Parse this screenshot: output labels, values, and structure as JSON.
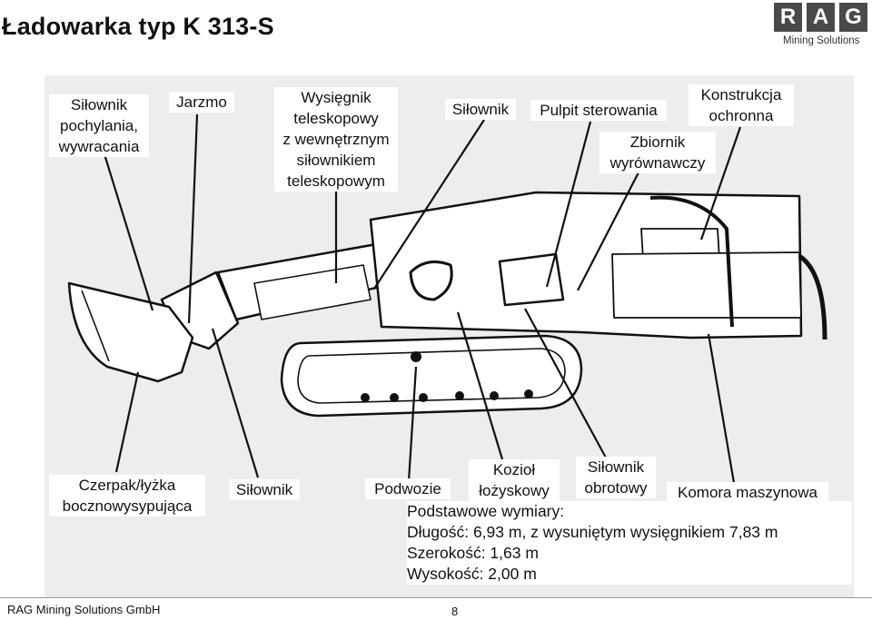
{
  "title": "Ładowarka typ K 313-S",
  "logo": {
    "letters": [
      "R",
      "A",
      "G"
    ],
    "subtitle": "Mining Solutions",
    "color": "#4a4a4a"
  },
  "labels": {
    "silownik_pochylania": [
      "Siłownik",
      "pochylania,",
      "wywracania"
    ],
    "jarzmo": [
      "Jarzmo"
    ],
    "wysiegnik": [
      "Wysięgnik",
      "teleskopowy",
      "z wewnętrznym",
      "siłownikiem",
      "teleskopowym"
    ],
    "silownik_top": [
      "Siłownik"
    ],
    "pulpit": [
      "Pulpit sterowania"
    ],
    "konstrukcja": [
      "Konstrukcja",
      "ochronna"
    ],
    "zbiornik": [
      "Zbiornik",
      "wyrównawczy"
    ],
    "czerpak": [
      "Czerpak/łyżka",
      "bocznowysypująca"
    ],
    "silownik_bottom": [
      "Siłownik"
    ],
    "podwozie": [
      "Podwozie"
    ],
    "koziol": [
      "Kozioł",
      "łożyskowy"
    ],
    "silownik_obrotowy": [
      "Siłownik",
      "obrotowy"
    ],
    "komora": [
      "Komora maszynowa"
    ]
  },
  "dimensions": {
    "heading": "Podstawowe wymiary:",
    "length": "Długość: 6,93 m, z wysuniętym wysięgnikiem 7,83 m",
    "width": "Szerokość: 1,63 m",
    "height": "Wysokość: 2,00 m"
  },
  "footer": {
    "company": "RAG Mining Solutions GmbH",
    "page": "8"
  }
}
